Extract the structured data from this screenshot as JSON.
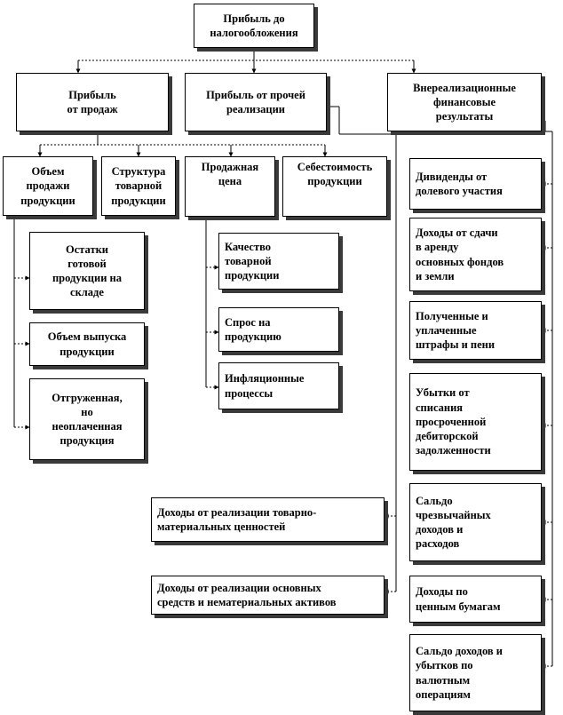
{
  "diagram": {
    "root": "Прибыль до\nналогообложения",
    "level1": {
      "sales": "Прибыль\nот продаж",
      "other": "Прибыль от прочей\nреализации",
      "nonop": "Внереализационные\nфинансовые\nрезультаты"
    },
    "factors": {
      "volume": "Объем\nпродажи\nпродукции",
      "structure": "Структура\nтоварной\nпродукции",
      "price": "Продажная\nцена",
      "cost": "Себестоимость\nпродукции"
    },
    "volume_items": [
      "Остатки\nготовой\nпродукции на\nскладе",
      "Объем выпуска\nпродукции",
      "Отгруженная,\nно\nнеоплаченная\nпродукция"
    ],
    "price_items": [
      "Качество\nтоварной\nпродукции",
      "Спрос на\nпродукцию",
      "Инфляционные\nпроцессы"
    ],
    "other_items": [
      "Доходы от реализации товарно-\nматериальных ценностей",
      "Доходы от реализации основных\nсредств и нематериальных активов"
    ],
    "nonop_items": [
      "Дивиденды от\nдолевого участия",
      "Доходы от сдачи\nв аренду\nосновных фондов\nи земли",
      "Полученные и\nуплаченные\nштрафы и пени",
      "Убытки от\nсписания\nпросроченной\nдебиторской\nзадолженности",
      "Сальдо\nчрезвычайных\nдоходов и\nрасходов",
      "Доходы по\nценным бумагам",
      "Сальдо доходов и\nубытков по\nвалютным\nоперациям"
    ]
  }
}
